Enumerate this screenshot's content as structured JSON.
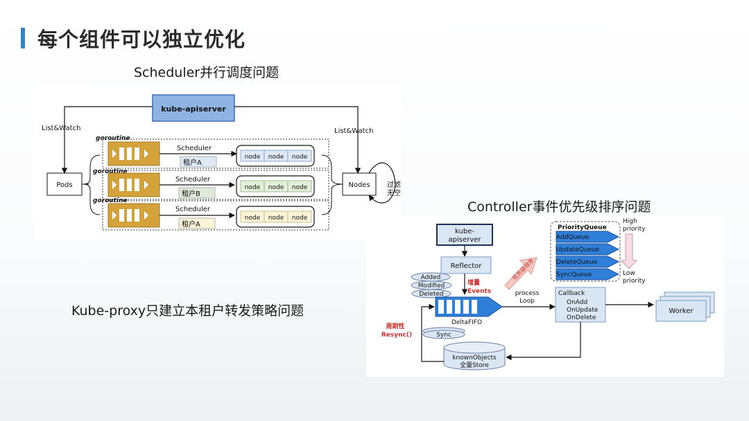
{
  "page": {
    "title": "每个组件可以独立优化",
    "caption_scheduler": "Scheduler并行调度问题",
    "caption_controller": "Controller事件优先级排序问题",
    "caption_kubeproxy": "Kube-proxy只建立本租户转发策略问题"
  },
  "colors": {
    "accent": "#2e86c8",
    "apiserver_fill": "#8fb4e3",
    "goroutine_fill": "#d4a23a",
    "fifo_fill": "#2f7fd9",
    "box_light": "#dfe9f6"
  },
  "scheduler_diagram": {
    "apiserver": "kube-apiserver",
    "list_watch_left": "List&Watch",
    "list_watch_right": "List&Watch",
    "pods": "Pods",
    "nodes": "Nodes",
    "filter_note_1": "过滤掉",
    "filter_note_2": "无空闲资源Node",
    "goroutine_label": "goroutine",
    "scheduler_label": "Scheduler",
    "node_label": "node",
    "tenants": [
      "租户A",
      "租户B",
      "租户A"
    ]
  },
  "controller_diagram": {
    "apiserver_1": "kube-",
    "apiserver_2": "apiserver",
    "reflector": "Reflector",
    "event_types": [
      "Added",
      "Modified",
      "Deleted"
    ],
    "incremental_1": "增量",
    "incremental_2": "Events",
    "deltafifo": "DeltaFIFO",
    "process_1": "process",
    "process_2": "Loop",
    "callback": "Callback",
    "callbacks": [
      "OnAdd",
      "OnUpdate",
      "OnDelete"
    ],
    "worker": "Worker",
    "periodic_1": "周期性",
    "periodic_2": "Resync()",
    "sync": "Sync",
    "known_1": "knownObjects",
    "known_2": "全量Store",
    "priority_queue": "PriorityQueue",
    "queues": [
      "AddQueue",
      "UpdateQueue",
      "DeleteQueue",
      "SyncQueue"
    ],
    "high_1": "High",
    "high_2": "priority",
    "low_1": "Low",
    "low_2": "priority",
    "sort_note": "优先级排序"
  }
}
